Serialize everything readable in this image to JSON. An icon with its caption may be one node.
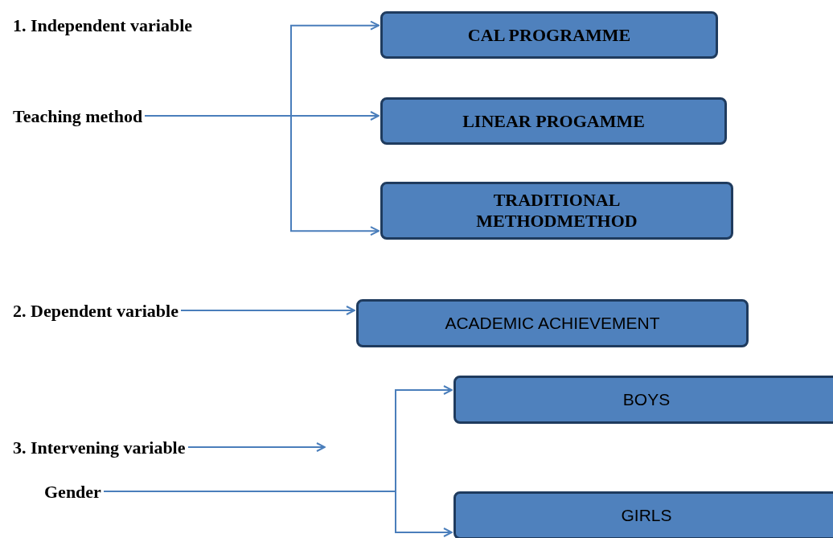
{
  "diagram": {
    "nodes": [
      {
        "text": [
          "Teaching method"
        ]
      },
      {
        "text": [
          "CAL PROGRAMME"
        ]
      },
      {
        "text": [
          "LINEAR PROGAMME"
        ]
      },
      {
        "text": [
          "**TRADITIONAL METHOD**METHOD"
        ]
      },
      {
        "text": [
          "2. Dependent variable"
        ]
      },
      {
        "text": [
          "ACADEMIC ACHIEVEMENT"
        ]
      },
      {
        "text": [
          "3. Intervening variable"
        ]
      },
      {
        "text": [
          "Gender"
        ]
      },
      {
        "text": [
          "BOYS"
        ]
      },
      {
        "text": [
          "GIRLS"
        ]
      }
    ],
    "edges": [
      {
        "from": 0,
        "to": 1,
        "arrow": "to"
      },
      {
        "from": 0,
        "to": 2,
        "arrow": "to"
      },
      {
        "from": 0,
        "to": 3,
        "arrow": "to"
      },
      {
        "from": 4,
        "to": 5,
        "arrow": "to"
      },
      {
        "from": 6,
        "to": null,
        "arrow": "to"
      },
      {
        "from": 7,
        "to": 8,
        "arrow": "to"
      },
      {
        "from": 7,
        "to": 9,
        "arrow": "to"
      }
    ],
    "labels": [
      "1. Independent variable"
    ]
  }
}
